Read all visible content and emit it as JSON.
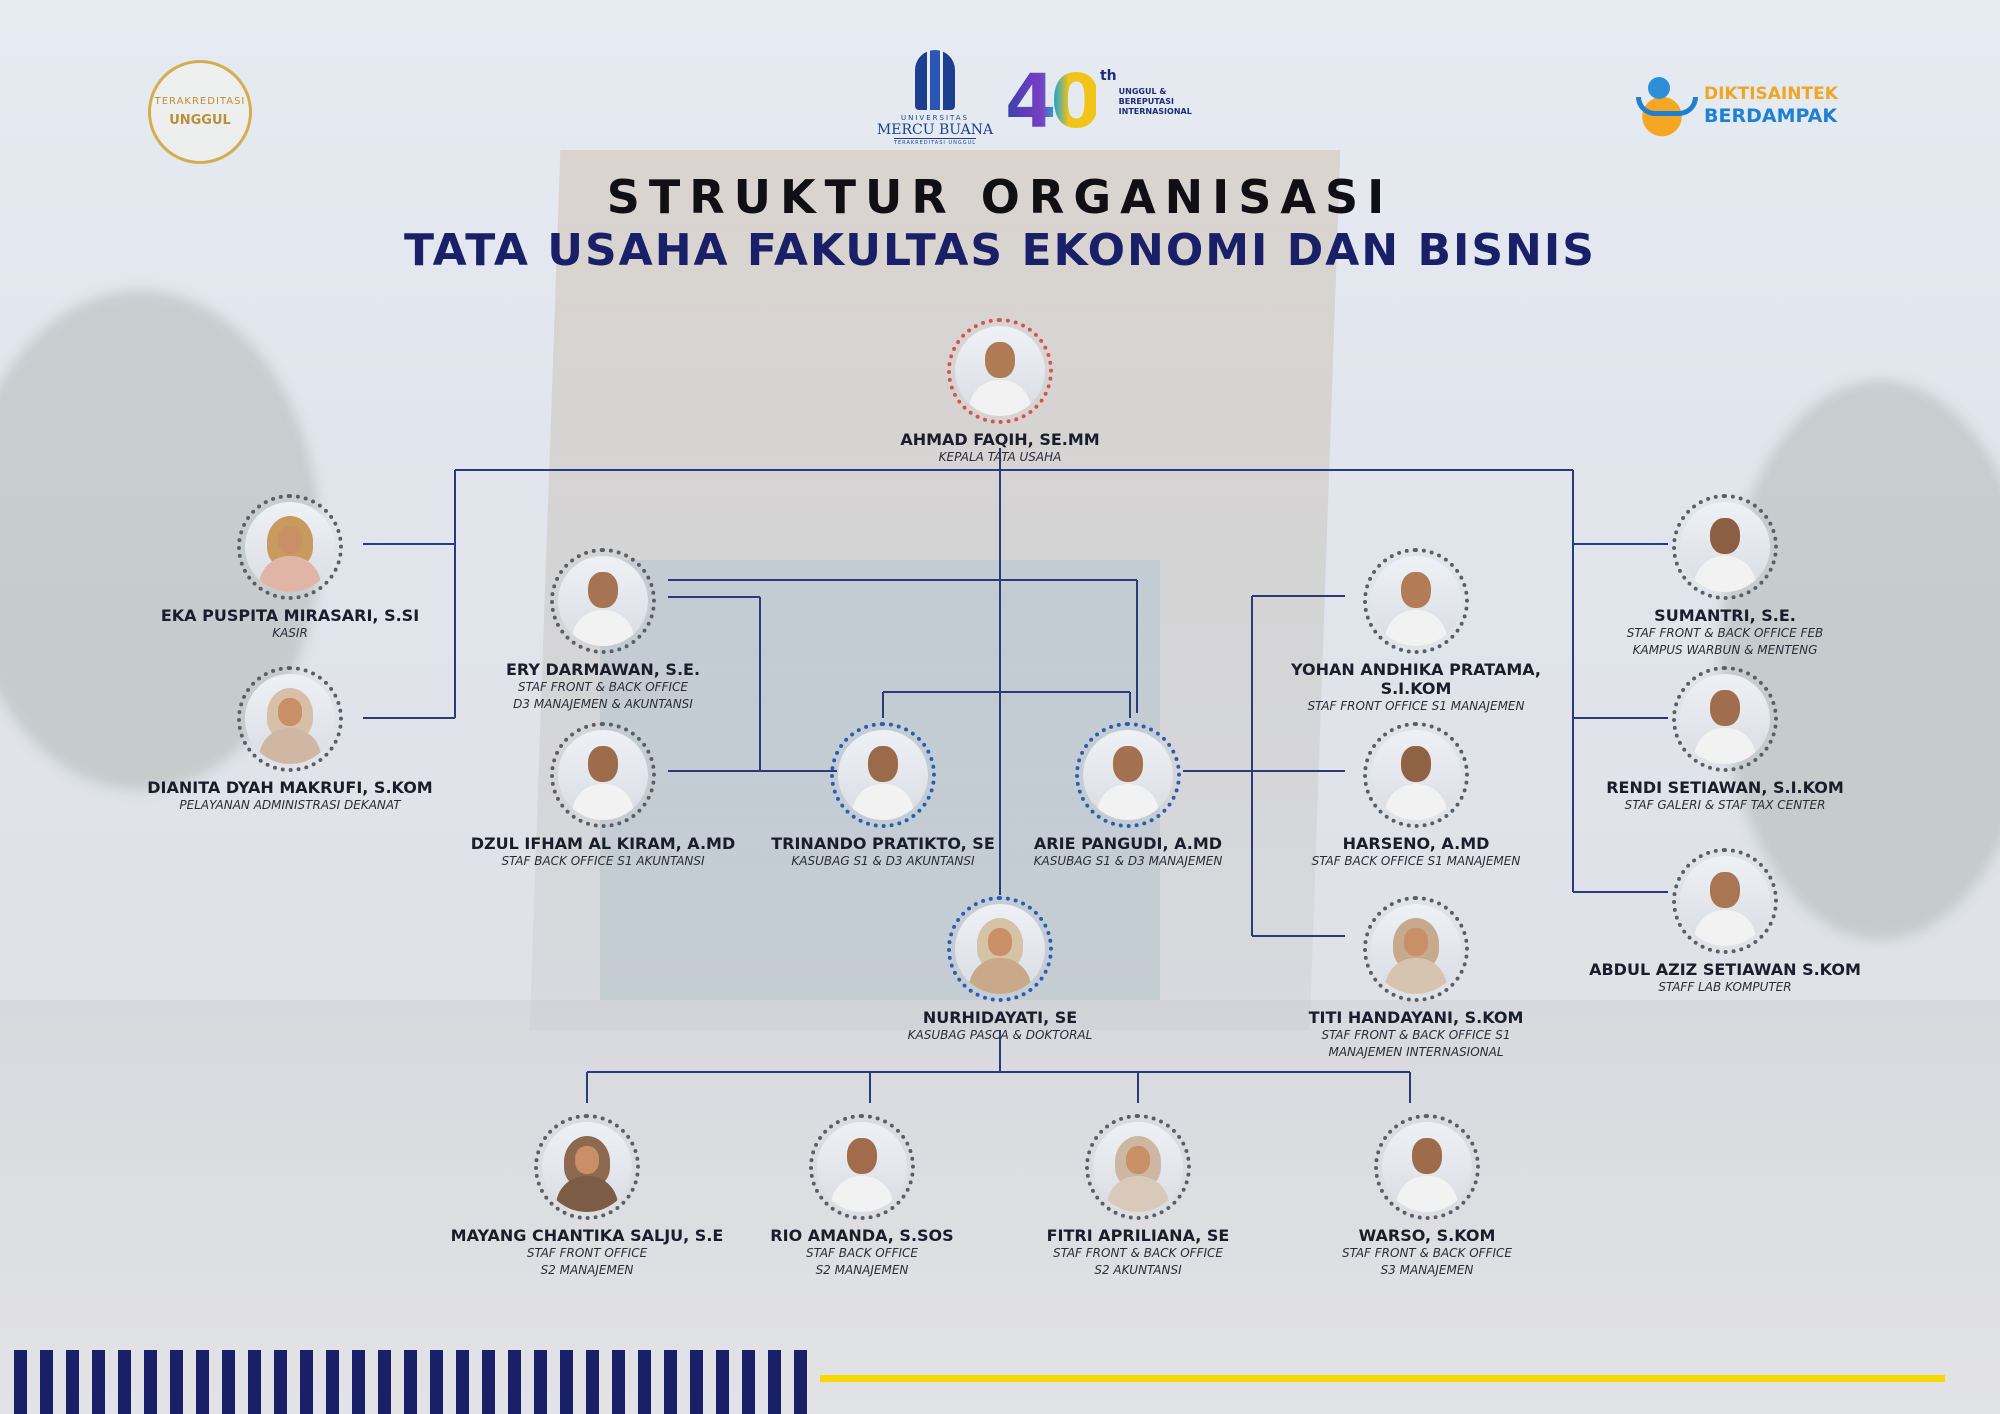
{
  "header": {
    "title": "STRUKTUR ORGANISASI",
    "subtitle": "TATA USAHA FAKULTAS EKONOMI DAN BISNIS"
  },
  "logos": {
    "accreditation": {
      "arc_text": "TERAKREDITASI",
      "label": "UNGGUL"
    },
    "university": {
      "small": "UNIVERSITAS",
      "name": "MERCU BUANA",
      "tiny": "TERAKREDITASI UNGGUL"
    },
    "anniversary": {
      "number": "40",
      "suffix": "th",
      "tagline": "UNGGUL & BEREPUTASI INTERNASIONAL"
    },
    "diktisaintek": {
      "line1": "DIKTISAINTEK",
      "line2": "BERDAMPAK"
    }
  },
  "people": {
    "head": {
      "name": "AHMAD FAQIH, SE.MM",
      "role": "KEPALA TATA USAHA"
    },
    "eka": {
      "name": "EKA PUSPITA MIRASARI, S.SI",
      "role": "KASIR"
    },
    "dianita": {
      "name": "DIANITA DYAH MAKRUFI, S.KOM",
      "role": "PELAYANAN ADMINISTRASI DEKANAT"
    },
    "ery": {
      "name": "ERY DARMAWAN, S.E.",
      "role": "STAF FRONT & BACK OFFICE\nD3 MANAJEMEN & AKUNTANSI"
    },
    "dzul": {
      "name": "DZUL IFHAM AL KIRAM, A.MD",
      "role": "STAF BACK OFFICE S1 AKUNTANSI"
    },
    "trinando": {
      "name": "TRINANDO PRATIKTO, SE",
      "role": "KASUBAG S1 & D3 AKUNTANSI"
    },
    "arie": {
      "name": "ARIE PANGUDI, A.MD",
      "role": "KASUBAG S1 & D3 MANAJEMEN"
    },
    "yohan": {
      "name": "YOHAN ANDHIKA PRATAMA, S.I.KOM",
      "role": "STAF FRONT OFFICE S1 MANAJEMEN"
    },
    "harseno": {
      "name": "HARSENO, A.MD",
      "role": "STAF BACK OFFICE S1 MANAJEMEN"
    },
    "titi": {
      "name": "TITI HANDAYANI, S.KOM",
      "role": "STAF FRONT & BACK OFFICE S1\nMANAJEMEN INTERNASIONAL"
    },
    "sumantri": {
      "name": "SUMANTRI, S.E.",
      "role": "STAF FRONT & BACK OFFICE FEB\nKAMPUS WARBUN & MENTENG"
    },
    "rendi": {
      "name": "RENDI SETIAWAN, S.I.KOM",
      "role": "STAF GALERI & STAF TAX CENTER"
    },
    "abdul": {
      "name": "ABDUL AZIZ SETIAWAN S.KOM",
      "role": "STAFF LAB KOMPUTER"
    },
    "nurhidayati": {
      "name": "NURHIDAYATI, SE",
      "role": "KASUBAG PASCA & DOKTORAL"
    },
    "mayang": {
      "name": "MAYANG CHANTIKA SALJU, S.E",
      "role": "STAF FRONT OFFICE\nS2 MANAJEMEN"
    },
    "rio": {
      "name": "RIO AMANDA, S.SOS",
      "role": "STAF BACK OFFICE\nS2 MANAJEMEN"
    },
    "fitri": {
      "name": "FITRI APRILIANA, SE",
      "role": "STAF FRONT & BACK OFFICE\nS2 AKUNTANSI"
    },
    "warso": {
      "name": "WARSO, S.KOM",
      "role": "STAF FRONT & BACK OFFICE\nS3 MANAJEMEN"
    }
  },
  "colors": {
    "title_dark": "#0f0f14",
    "title_navy": "#1a2068",
    "connector": "#2a3a7a",
    "ring_red": "#d35454",
    "ring_blue": "#2b5db0",
    "ring_gray": "#5a5f66",
    "accent_yellow": "#f5d900"
  }
}
